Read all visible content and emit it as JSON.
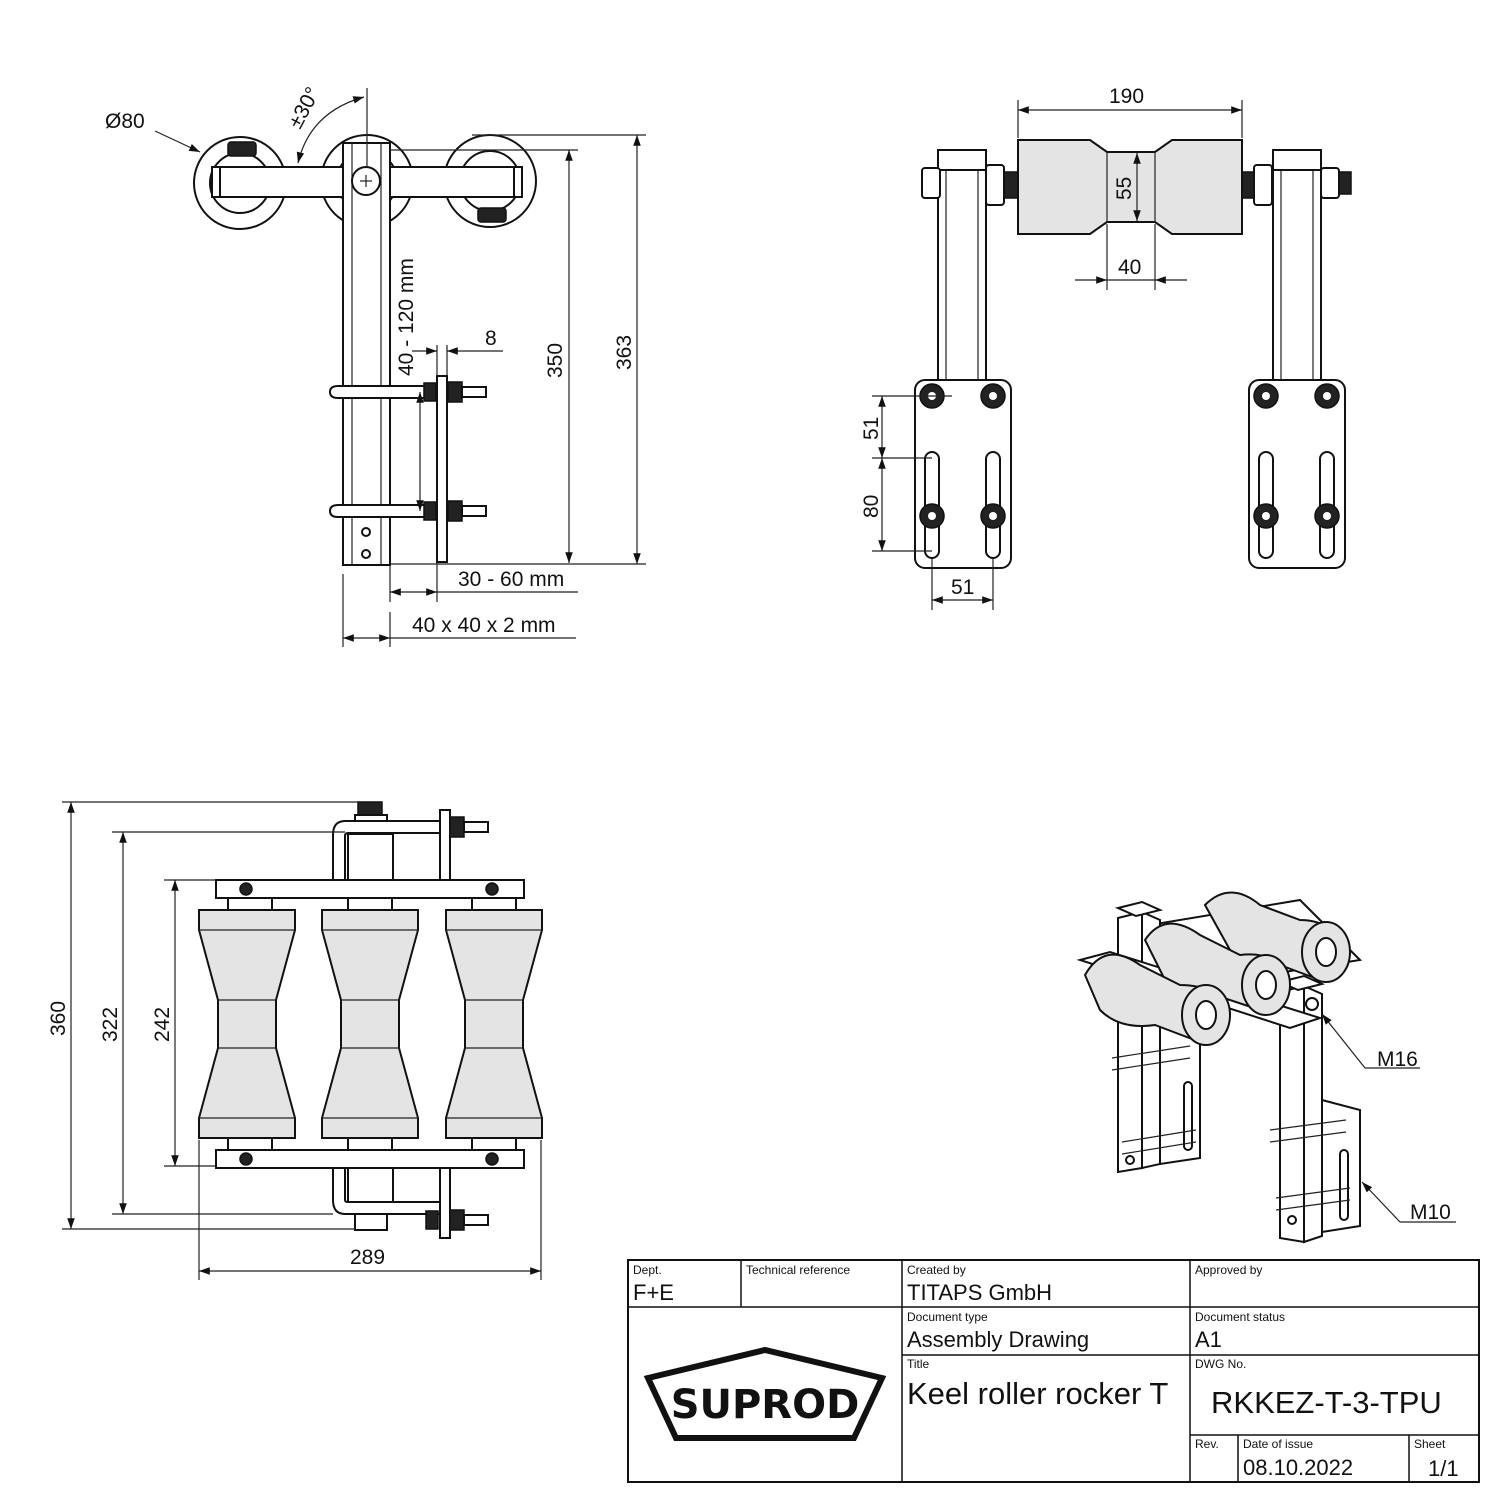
{
  "views": {
    "top": {
      "dia": "Ø80",
      "angle": "±30°",
      "range": "40 - 120 mm",
      "thickness": "8",
      "height_inner": "350",
      "height_outer": "363",
      "clamp_range": "30 - 60 mm",
      "tube": "40 x 40 x 2 mm"
    },
    "front": {
      "width": "190",
      "diameter": "55",
      "waist": "40",
      "hole_spacing_v1": "51",
      "hole_spacing_v2": "80",
      "hole_spacing_h": "51"
    },
    "side": {
      "height_total": "360",
      "height_mid": "322",
      "height_inner": "242",
      "width": "289"
    },
    "iso": {
      "bolt_large": "M16",
      "bolt_small": "M10"
    }
  },
  "title_block": {
    "dept_label": "Dept.",
    "dept_value": "F+E",
    "techref_label": "Technical reference",
    "techref_value": "",
    "created_label": "Created by",
    "created_value": "TITAPS GmbH",
    "approved_label": "Approved by",
    "approved_value": "",
    "doctype_label": "Document type",
    "doctype_value": "Assembly Drawing",
    "status_label": "Document status",
    "status_value": "A1",
    "title_label": "Title",
    "title_value": "Keel roller rocker T",
    "dwg_label": "DWG No.",
    "dwg_value": "RKKEZ-T-3-TPU",
    "rev_label": "Rev.",
    "rev_value": "",
    "date_label": "Date of issue",
    "date_value": "08.10.2022",
    "sheet_label": "Sheet",
    "sheet_value": "1/1",
    "logo": "SUPROD"
  }
}
